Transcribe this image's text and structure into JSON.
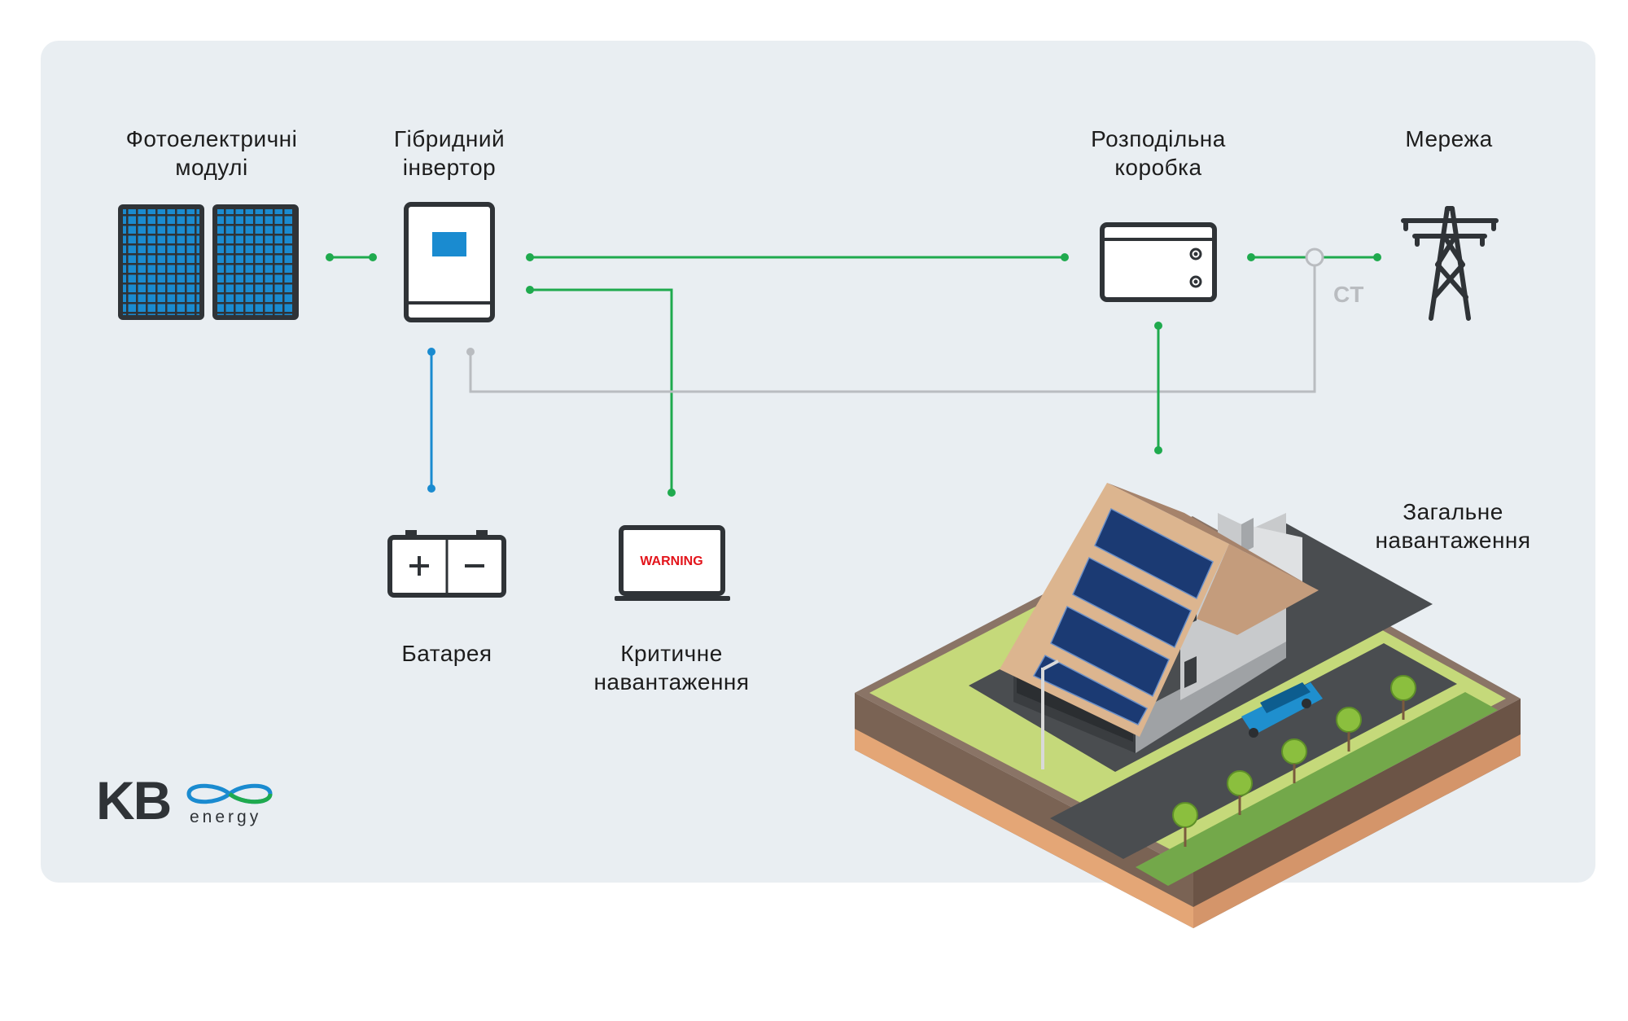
{
  "labels": {
    "pv_modules": "Фотоелектричні\nмодулі",
    "hybrid_inverter": "Гібридний\nінвертор",
    "distribution_box": "Розподільна\nкоробка",
    "grid": "Мережа",
    "battery": "Батарея",
    "critical_load": "Критичне\nнавантаження",
    "general_load": "Загальне\nнавантаження",
    "ct": "CT",
    "warning": "WARNING"
  },
  "logo": {
    "brand": "KB",
    "sub": "energy"
  },
  "colors": {
    "panel_bg": "#e9eef2",
    "ac_line": "#1faa4e",
    "dc_line": "#1a8bd0",
    "ct_line": "#b9bcc0",
    "dark": "#2f3337",
    "solar_cell": "#1a8bd0",
    "warning_text": "#e3141b"
  }
}
